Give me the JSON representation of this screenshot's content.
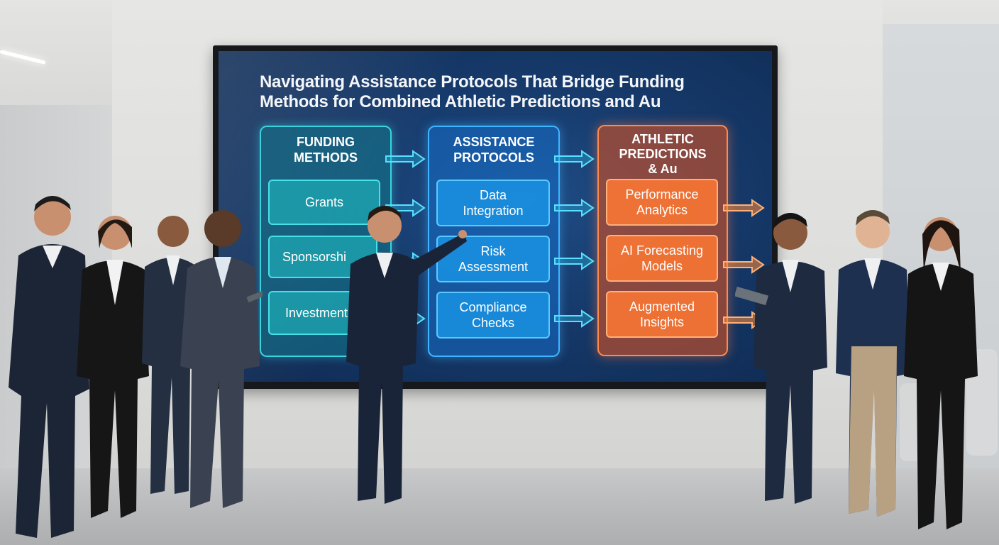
{
  "screen": {
    "title_line1": "Navigating Assistance Protocols That Bridge Funding",
    "title_line2": "Methods for Combined Athletic Predictions and Au"
  },
  "columns": [
    {
      "title_line1": "FUNDING",
      "title_line2": "METHODS",
      "items": [
        "Grants",
        "Sponsorshi",
        "Investment"
      ]
    },
    {
      "title_line1": "ASSISTANCE",
      "title_line2": "PROTOCOLS",
      "items": [
        {
          "line1": "Data",
          "line2": "Integration"
        },
        {
          "line1": "Risk",
          "line2": "Assessment"
        },
        {
          "line1": "Compliance",
          "line2": "Checks"
        }
      ]
    },
    {
      "title_line1": "ATHLETIC",
      "title_line2": "PREDICTIONS",
      "title_line3": "& Au",
      "items": [
        {
          "line1": "Performance",
          "line2": "Analytics"
        },
        {
          "line1": "AI Forecasting",
          "line2": "Models"
        },
        {
          "line1": "Augmented",
          "line2": "Insights"
        }
      ]
    }
  ],
  "colors": {
    "teal": "#39d3de",
    "blue": "#3fb4ff",
    "orange": "#ff8a4a"
  }
}
